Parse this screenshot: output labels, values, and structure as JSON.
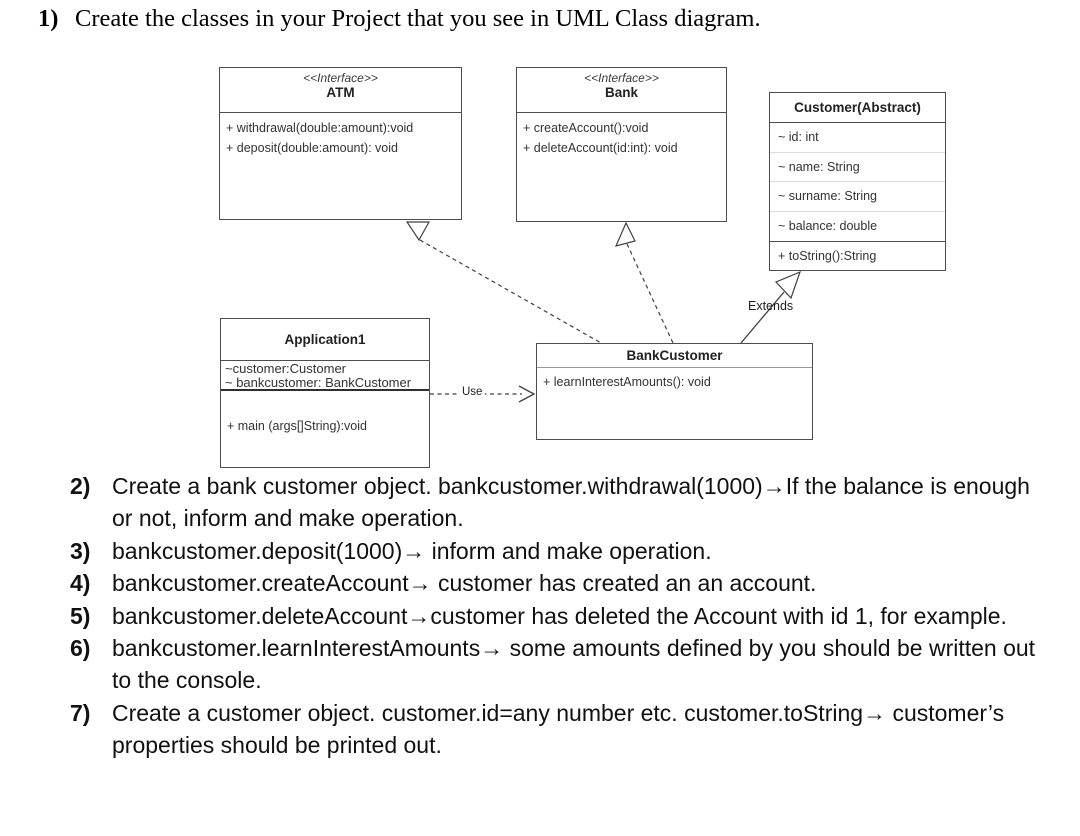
{
  "title": {
    "number": "1)",
    "text": "Create the classes in your Project that you see in UML Class diagram."
  },
  "diagram": {
    "atm": {
      "stereotype": "<<Interface>>",
      "name": "ATM",
      "methods": [
        "+ withdrawal(double:amount):void",
        "+ deposit(double:amount): void"
      ]
    },
    "bank": {
      "stereotype": "<<Interface>>",
      "name": "Bank",
      "methods": [
        "+ createAccount():void",
        "+ deleteAccount(id:int): void"
      ]
    },
    "customer": {
      "name": "Customer(Abstract)",
      "attributes": [
        "~ id: int",
        "~ name: String",
        "~ surname: String",
        "~ balance: double"
      ],
      "methods": [
        "+ toString():String"
      ]
    },
    "application1": {
      "name": "Application1",
      "attributes": [
        "~customer:Customer",
        "~ bankcustomer: BankCustomer"
      ],
      "methods": [
        "+ main (args[]String):void"
      ]
    },
    "bankcustomer": {
      "name": "BankCustomer",
      "methods": [
        "+ learnInterestAmounts(): void"
      ]
    },
    "relationships": {
      "atm_realization": "BankCustomer implements ATM (dashed, hollow triangle)",
      "bank_realization": "BankCustomer implements Bank (dashed, hollow triangle)",
      "extends_label": "Extends",
      "use_label": "Use"
    }
  },
  "tasks": [
    {
      "number": "2)",
      "lines": [
        "Create a bank customer object. bankcustomer.withdrawal(1000)→If the balance is enough",
        "or not, inform and make operation."
      ]
    },
    {
      "number": "3)",
      "lines": [
        "bankcustomer.deposit(1000)→ inform and make operation."
      ]
    },
    {
      "number": "4)",
      "lines": [
        "bankcustomer.createAccount→ customer has created an an account."
      ]
    },
    {
      "number": "5)",
      "lines": [
        "bankcustomer.deleteAccount→customer has deleted the Account with id 1, for example."
      ]
    },
    {
      "number": "6)",
      "lines": [
        "bankcustomer.learnInterestAmounts→ some amounts defined by you should be written out",
        "to the console."
      ]
    },
    {
      "number": "7)",
      "lines": [
        "Create a customer object. customer.id=any number etc. customer.toString→ customer’s",
        "properties should be printed out."
      ]
    }
  ]
}
